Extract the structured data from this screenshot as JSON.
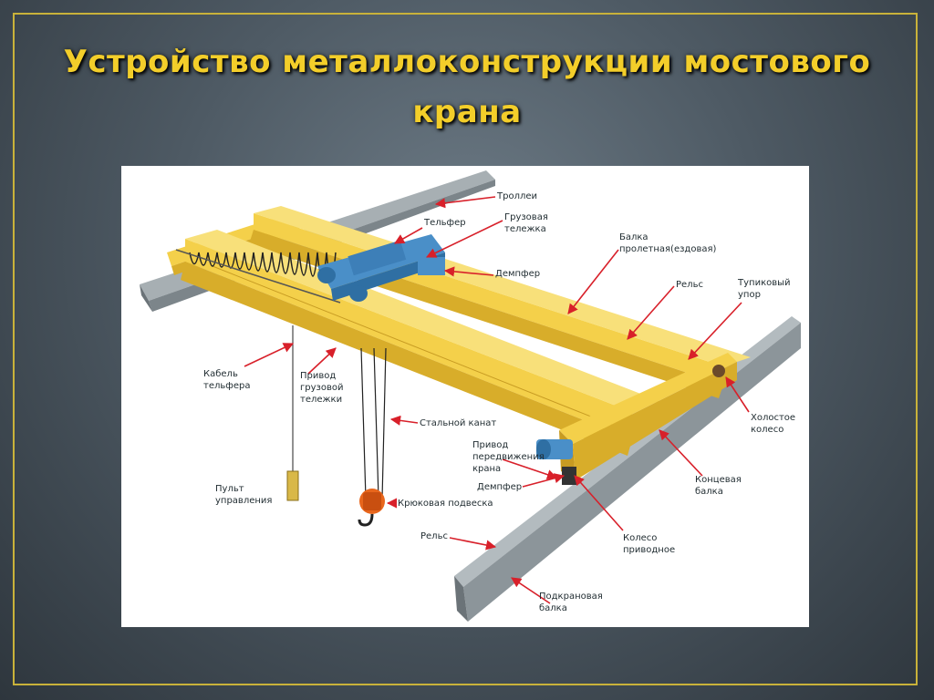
{
  "title": {
    "line1": "Устройство металлоконструкции мостового",
    "line2": "крана"
  },
  "labels": {
    "trolley_wire": "Троллеи",
    "telfer": "Тельфер",
    "cargo_trolley": "Грузовая\nтележка",
    "span_beam": "Балка\nпролетная(ездовая)",
    "damper_top": "Демпфер",
    "rail_top": "Рельс",
    "dead_end_stop": "Тупиковый\nупор",
    "telfer_cable": "Кабель\nтельфера",
    "trolley_drive": "Привод\nгрузовой\nтележки",
    "idle_wheel": "Холостое\nколесо",
    "steel_rope": "Стальной канат",
    "crane_drive": "Привод\nпередвижения\nкрана",
    "end_beam": "Концевая\nбалка",
    "damper_bottom": "Демпфер",
    "control_pendant": "Пульт\nуправления",
    "hook_block": "Крюковая подвеска",
    "drive_wheel": "Колесо\nприводное",
    "rail_bottom": "Рельс",
    "crane_runway_beam": "Подкрановая\nбалка"
  },
  "colors": {
    "title": "#f3ce2a",
    "frame": "#c9b23a",
    "beam_yellow": "#f4d04a",
    "beam_shade": "#d8ad2a",
    "rail_gray": "#9aa3a8",
    "trolley_blue": "#4a8fc8",
    "leader_red": "#d8202a",
    "hook_orange": "#e8661c"
  }
}
